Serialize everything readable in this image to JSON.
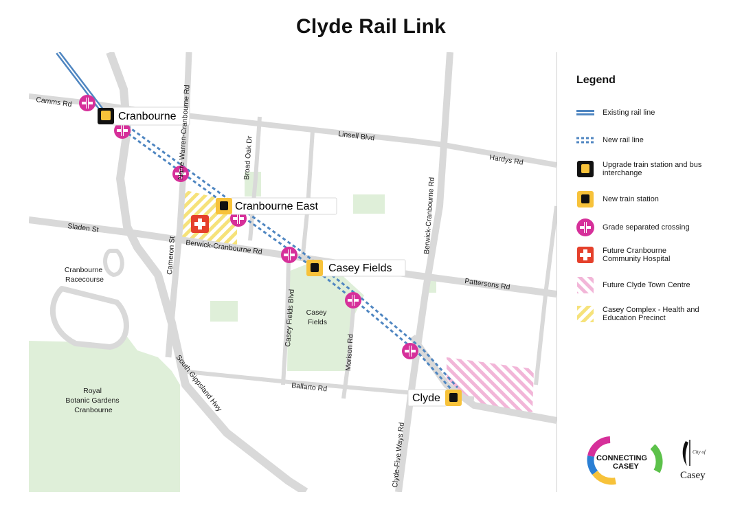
{
  "title": "Clyde Rail Link",
  "colors": {
    "road": "#d9d9d9",
    "park": "#dfefd9",
    "existing_rail": "#4f86c1",
    "new_rail": "#4f86c1",
    "crossing": "#d6309a",
    "station": "#f7c23a",
    "hospital": "#e5402b",
    "town_centre": "#f2b6d8",
    "health_precinct": "#f6e27a"
  },
  "stations": [
    {
      "name": "Cranbourne",
      "kind": "upgrade"
    },
    {
      "name": "Cranbourne East",
      "kind": "new"
    },
    {
      "name": "Casey Fields",
      "kind": "new"
    },
    {
      "name": "Clyde",
      "kind": "new"
    }
  ],
  "roads": {
    "camms": "Camms Rd",
    "narre_warren": "Narre Warren-Cranbourne Rd",
    "linsell": "Linsell Blvd",
    "hardys": "Hardys Rd",
    "broad_oak": "Broad Oak Dr",
    "sladen": "Sladen St",
    "berwick_cranbourne": "Berwick-Cranbourne Rd",
    "cameron": "Cameron St",
    "pattersons": "Pattersons Rd",
    "berwick_cranbourne_rd2": "Berwick-Cranbourne Rd",
    "casey_fields_blvd": "Casey Fields Blvd",
    "morison": "Morison Rd",
    "south_gippsland": "South Gippsland Hwy",
    "ballarto": "Ballarto Rd",
    "clyde_five_ways": "Clyde-Five Ways Rd"
  },
  "areas": {
    "racecourse": [
      "Cranbourne",
      "Racecourse"
    ],
    "casey_fields": [
      "Casey",
      "Fields"
    ],
    "gardens": [
      "Royal",
      "Botanic Gardens",
      "Cranbourne"
    ]
  },
  "legend": {
    "title": "Legend",
    "items": [
      {
        "icon": "existing-rail-icon",
        "label": "Existing rail line"
      },
      {
        "icon": "new-rail-icon",
        "label": "New rail line"
      },
      {
        "icon": "upgrade-station-icon",
        "label": "Upgrade train station and bus interchange"
      },
      {
        "icon": "new-station-icon",
        "label": "New train station"
      },
      {
        "icon": "crossing-icon",
        "label": "Grade separated crossing"
      },
      {
        "icon": "hospital-icon",
        "label": "Future Cranbourne Community Hospital"
      },
      {
        "icon": "town-centre-icon",
        "label": "Future Clyde Town Centre"
      },
      {
        "icon": "health-precinct-icon",
        "label": "Casey Complex - Health and Education Precinct"
      }
    ]
  },
  "logos": {
    "connecting": [
      "CONNECTING",
      "CASEY"
    ],
    "city_small": "City of",
    "city_name": "Casey"
  }
}
